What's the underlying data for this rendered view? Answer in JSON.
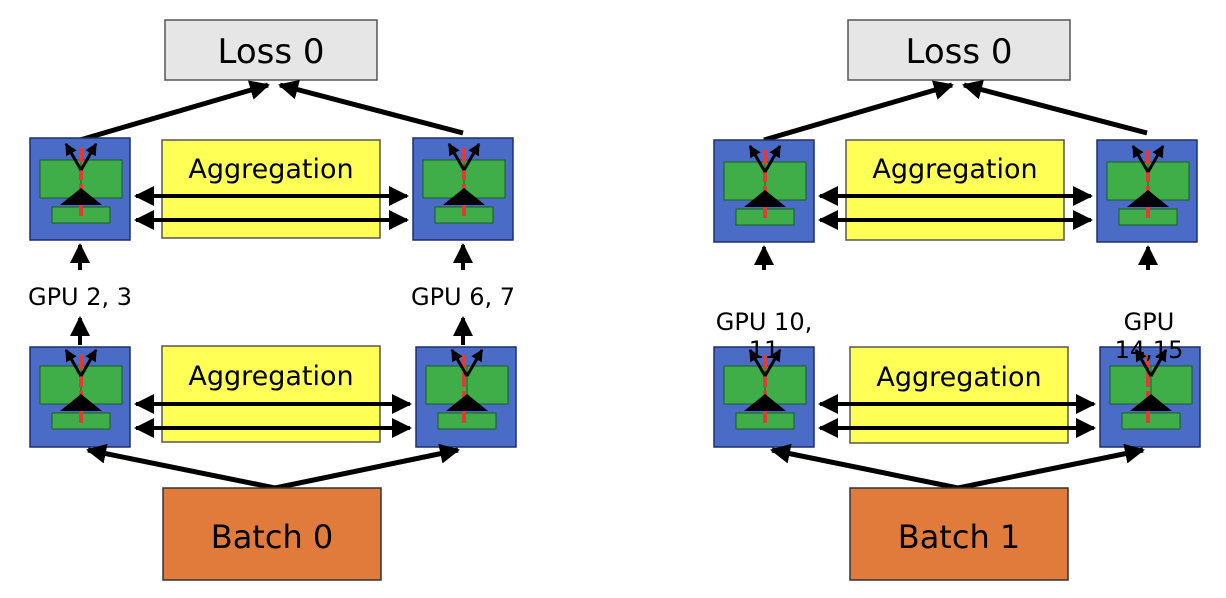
{
  "panels": [
    {
      "loss_label": "Loss 0",
      "batch_label": "Batch 0",
      "aggregation_top": "Aggregation",
      "aggregation_bottom": "Aggregation",
      "gpu_left": "GPU 2, 3",
      "gpu_right": "GPU 6, 7"
    },
    {
      "loss_label": "Loss 0",
      "batch_label": "Batch 1",
      "aggregation_top": "Aggregation",
      "aggregation_bottom": "Aggregation",
      "gpu_left": "GPU 10,\n11",
      "gpu_right": "GPU\n14,15"
    }
  ],
  "colors": {
    "loss_fill": "#e6e6e6",
    "batch_fill": "#e07b3c",
    "aggregation_fill": "#ffff55",
    "gpu_block_fill": "#4a6cc7",
    "inner_green": "#3fae49",
    "red_link": "#e53935"
  }
}
